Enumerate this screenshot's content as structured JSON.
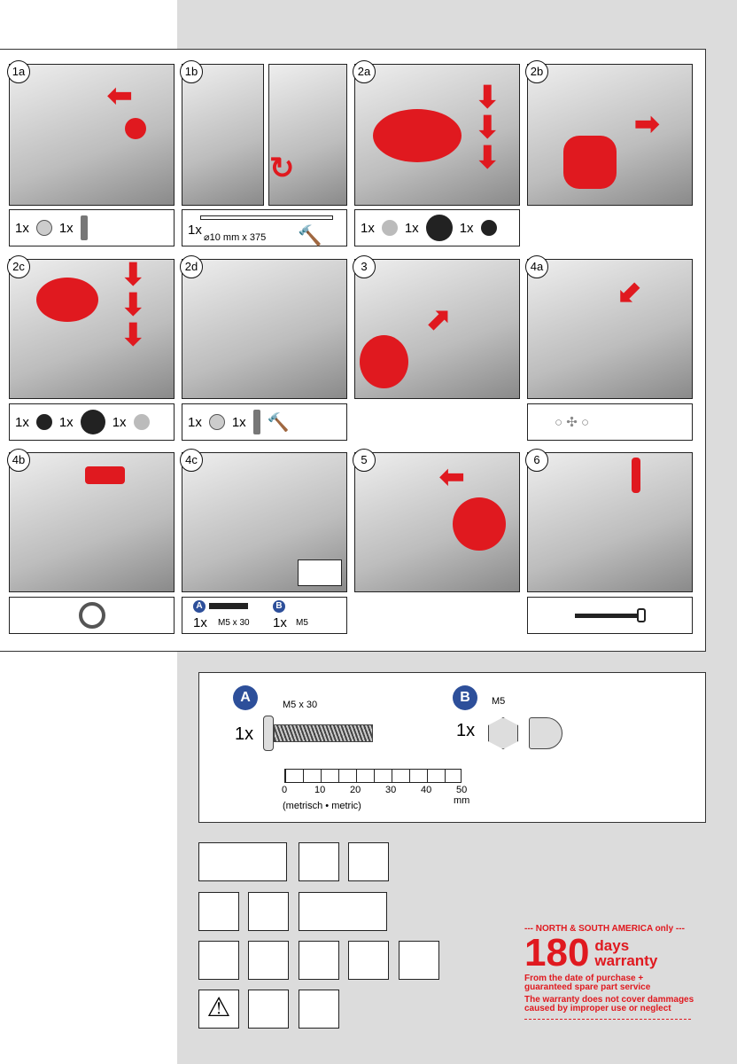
{
  "steps": {
    "s1a": {
      "label": "1a",
      "parts": [
        {
          "qty": "1x"
        },
        {
          "qty": "1x"
        }
      ]
    },
    "s1b": {
      "label": "1b",
      "parts": [
        {
          "qty": "1x",
          "spec": "⌀10 mm x 375"
        }
      ]
    },
    "s2a": {
      "label": "2a",
      "parts": [
        {
          "qty": "1x"
        },
        {
          "qty": "1x"
        },
        {
          "qty": "1x"
        }
      ]
    },
    "s2b": {
      "label": "2b"
    },
    "s2c": {
      "label": "2c",
      "parts": [
        {
          "qty": "1x"
        },
        {
          "qty": "1x"
        },
        {
          "qty": "1x"
        }
      ]
    },
    "s2d": {
      "label": "2d",
      "parts": [
        {
          "qty": "1x"
        },
        {
          "qty": "1x"
        }
      ]
    },
    "s3": {
      "label": "3"
    },
    "s4a": {
      "label": "4a"
    },
    "s4b": {
      "label": "4b"
    },
    "s4c": {
      "label": "4c",
      "parts": [
        {
          "badge": "A",
          "qty": "1x",
          "spec": "M5 x 30"
        },
        {
          "badge": "B",
          "qty": "1x",
          "spec": "M5"
        }
      ]
    },
    "s5": {
      "label": "5"
    },
    "s6": {
      "label": "6"
    }
  },
  "hardware": {
    "a": {
      "badge": "A",
      "spec": "M5 x 30",
      "qty": "1x"
    },
    "b": {
      "badge": "B",
      "spec": "M5",
      "qty": "1x"
    },
    "ruler": {
      "ticks": [
        "0",
        "10",
        "20",
        "30",
        "40",
        "50"
      ],
      "unit": "mm",
      "caption": "(metrisch • metric)"
    }
  },
  "warranty": {
    "region": "--- NORTH & SOUTH AMERICA only ---",
    "days": "180",
    "days_label": "days",
    "warranty_label": "warranty",
    "line1": "From the date of purchase +",
    "line2": "guaranteed spare part service",
    "line3": "The warranty does not cover dammages",
    "line4": "caused by improper use or neglect"
  },
  "colors": {
    "accent": "#e0191f",
    "badge": "#2d4f9a",
    "background": "#dcdcdc"
  }
}
